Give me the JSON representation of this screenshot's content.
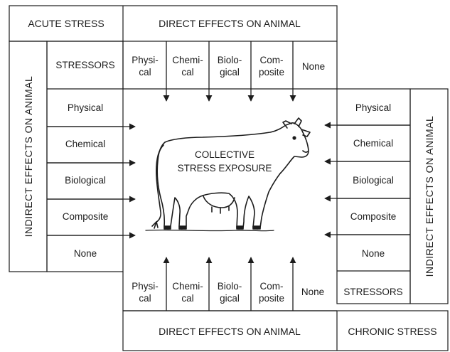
{
  "acute_stress": "ACUTE STRESS",
  "chronic_stress": "CHRONIC STRESS",
  "direct_effects_top": "DIRECT EFFECTS ON ANIMAL",
  "direct_effects_bottom": "DIRECT EFFECTS ON ANIMAL",
  "indirect_effects_left": "INDIRECT EFFECTS ON ANIMAL",
  "indirect_effects_right": "INDIRECT EFFECTS ON ANIMAL",
  "stressors_label_left": "STRESSORS",
  "stressors_label_right": "STRESSORS",
  "top_columns": [
    {
      "line1": "Physi-",
      "line2": "cal"
    },
    {
      "line1": "Chemi-",
      "line2": "cal"
    },
    {
      "line1": "Biolo-",
      "line2": "gical"
    },
    {
      "line1": "Com-",
      "line2": "posite"
    },
    {
      "line1": "None",
      "line2": ""
    }
  ],
  "bottom_columns": [
    {
      "line1": "Physi-",
      "line2": "cal"
    },
    {
      "line1": "Chemi-",
      "line2": "cal"
    },
    {
      "line1": "Biolo-",
      "line2": "gical"
    },
    {
      "line1": "Com-",
      "line2": "posite"
    },
    {
      "line1": "None",
      "line2": ""
    }
  ],
  "left_rows": [
    "Physical",
    "Chemical",
    "Biological",
    "Composite",
    "None"
  ],
  "right_rows": [
    "Physical",
    "Chemical",
    "Biological",
    "Composite",
    "None"
  ],
  "center_line1": "COLLECTIVE",
  "center_line2": "STRESS EXPOSURE"
}
